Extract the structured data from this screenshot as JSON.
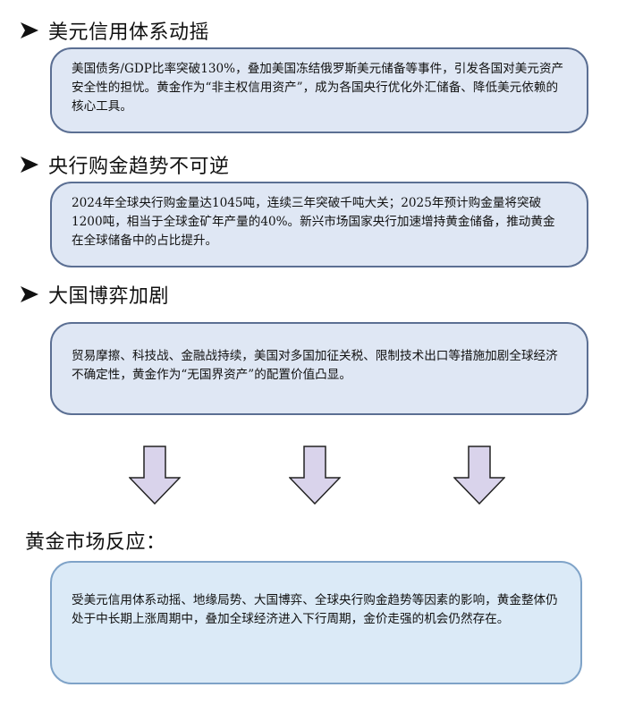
{
  "sections": [
    {
      "heading": "美元信用体系动摇",
      "text": "美国债务/GDP比率突破130%，叠加美国冻结俄罗斯美元储备等事件，引发各国对美元资产安全性的担忧。黄金作为“非主权信用资产”，成为各国央行优化外汇储备、降低美元依赖的核心工具。"
    },
    {
      "heading": "央行购金趋势不可逆",
      "text": "2024年全球央行购金量达1045吨，连续三年突破千吨大关；2025年预计购金量将突破1200吨，相当于全球金矿年产量的40%。新兴市场国家央行加速增持黄金储备，推动黄金在全球储备中的占比提升。"
    },
    {
      "heading": "大国博弈加剧",
      "text": "贸易摩擦、科技战、金融战持续，美国对多国加征关税、限制技术出口等措施加剧全球经济不确定性，黄金作为“无国界资产”的配置价值凸显。"
    }
  ],
  "reaction": {
    "heading": "黄金市场反应：",
    "text": "受美元信用体系动摇、地缘局势、大国博弈、全球央行购金趋势等因素的影响，黄金整体仍处于中长期上涨周期中，叠加全球经济进入下行周期，金价走强的机会仍然存在。"
  },
  "colors": {
    "box_fill": "#dfe7f4",
    "box_border": "#5b6f93",
    "reaction_fill": "#dbeaf7",
    "reaction_border": "#7fa3c8",
    "arrow_fill": "#d9d3eb",
    "arrow_stroke": "#222222"
  },
  "icons": {
    "bullet": "arrowhead-bullet-icon",
    "flow_arrow": "down-arrow-icon"
  }
}
